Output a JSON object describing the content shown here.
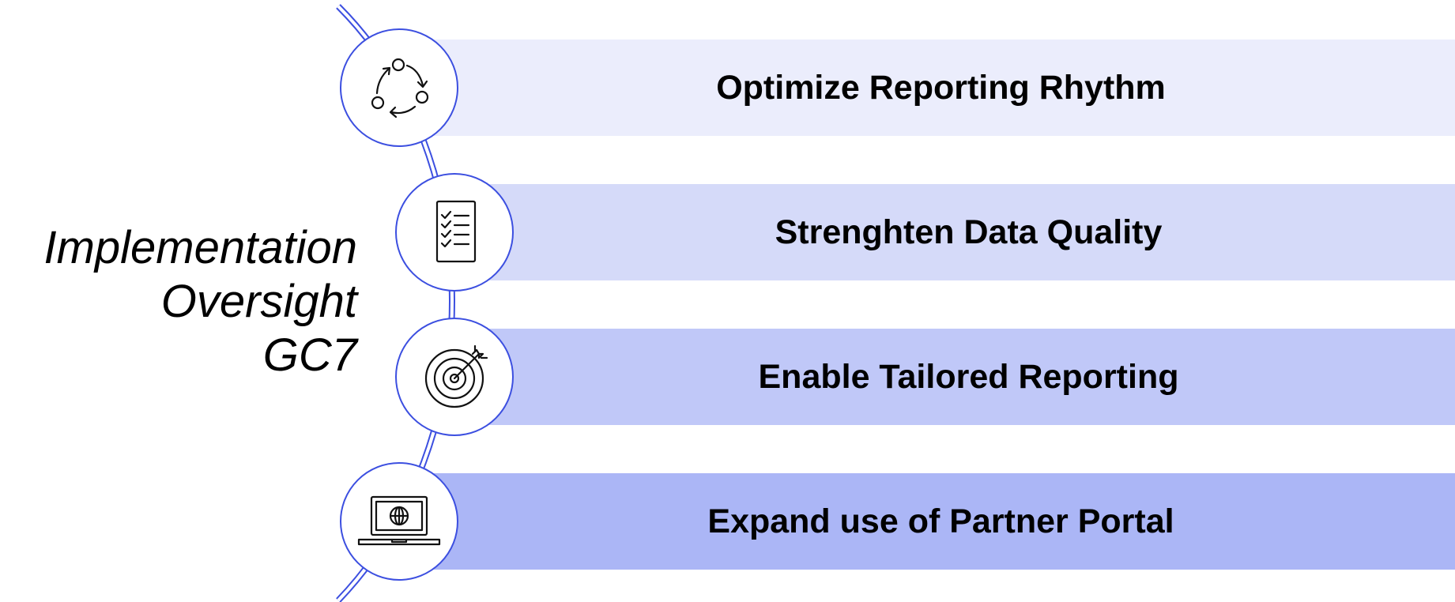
{
  "title": {
    "line1": "Implementation",
    "line2": "Oversight",
    "line3": "GC7"
  },
  "steps": [
    {
      "label": "Optimize Reporting Rhythm",
      "icon": "cycle-arrows-icon",
      "color": "#ebedfc"
    },
    {
      "label": "Strenghten Data Quality",
      "icon": "checklist-icon",
      "color": "#d5daf9"
    },
    {
      "label": "Enable Tailored Reporting",
      "icon": "target-arrow-icon",
      "color": "#c0c8f8"
    },
    {
      "label": "Expand use of Partner Portal",
      "icon": "laptop-globe-icon",
      "color": "#abb6f6"
    }
  ],
  "colors": {
    "accent": "#3c4fe0"
  }
}
